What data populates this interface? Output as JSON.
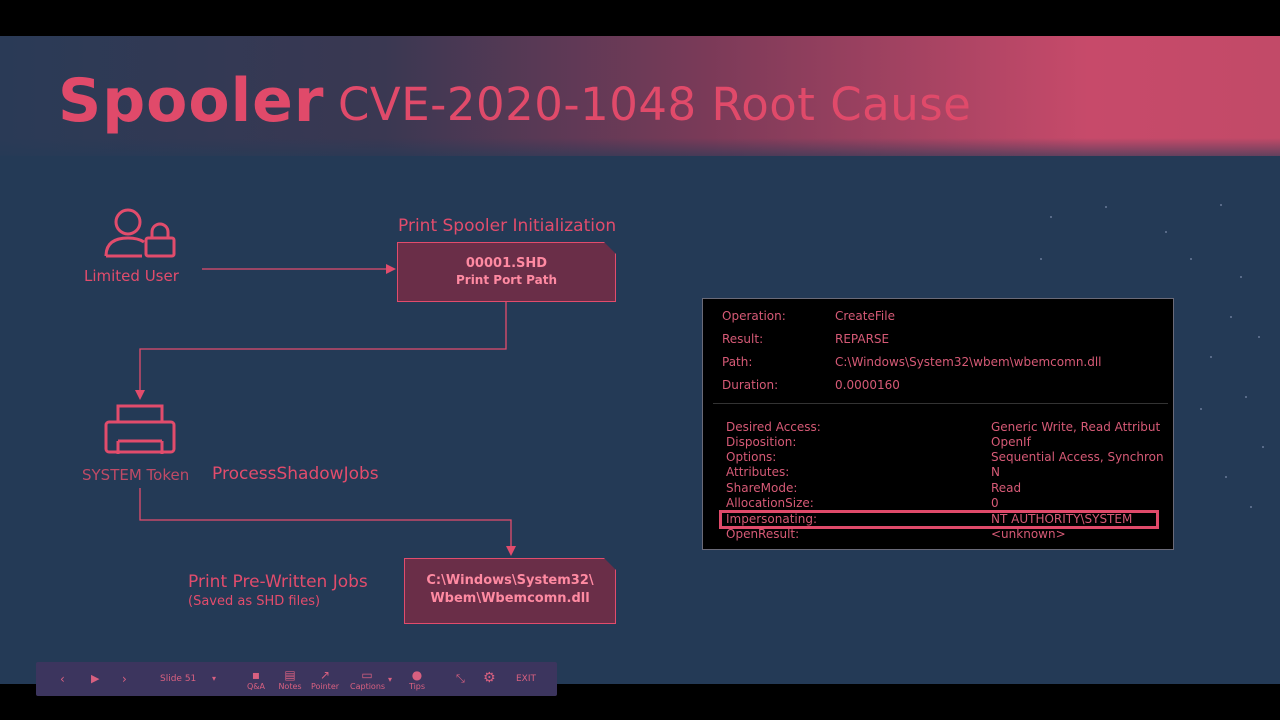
{
  "title": {
    "main": "Spooler",
    "sub": "CVE-2020-1048 Root Cause"
  },
  "diagram": {
    "limited_user_label": "Limited User",
    "spooler_init_label": "Print Spooler Initialization",
    "doc1_line1": "00001.SHD",
    "doc1_line2": "Print Port Path",
    "system_token_label": "SYSTEM Token",
    "process_label": "ProcessShadowJobs",
    "print_jobs_label": "Print Pre-Written Jobs",
    "print_jobs_sub": "(Saved as SHD files)",
    "doc2_line1": "C:\\Windows\\System32\\",
    "doc2_line2": "Wbem\\Wbemcomn.dll"
  },
  "procmon": {
    "top": [
      {
        "k": "Operation:",
        "v": "CreateFile"
      },
      {
        "k": "Result:",
        "v": "REPARSE"
      },
      {
        "k": "Path:",
        "v": "C:\\Windows\\System32\\wbem\\wbemcomn.dll"
      },
      {
        "k": "Duration:",
        "v": "0.0000160"
      }
    ],
    "details": [
      {
        "k": "Desired Access:",
        "v": "Generic Write, Read Attribut"
      },
      {
        "k": "Disposition:",
        "v": "OpenIf"
      },
      {
        "k": "Options:",
        "v": "Sequential Access, Synchron"
      },
      {
        "k": "Attributes:",
        "v": "N"
      },
      {
        "k": "ShareMode:",
        "v": "Read"
      },
      {
        "k": "AllocationSize:",
        "v": "0"
      },
      {
        "k": "Impersonating:",
        "v": "NT AUTHORITY\\SYSTEM"
      },
      {
        "k": "OpenResult:",
        "v": "<unknown>"
      }
    ]
  },
  "toolbar": {
    "slide": "Slide 51",
    "qa": "Q&A",
    "notes": "Notes",
    "pointer": "Pointer",
    "captions": "Captions",
    "tips": "Tips",
    "exit": "EXIT"
  }
}
